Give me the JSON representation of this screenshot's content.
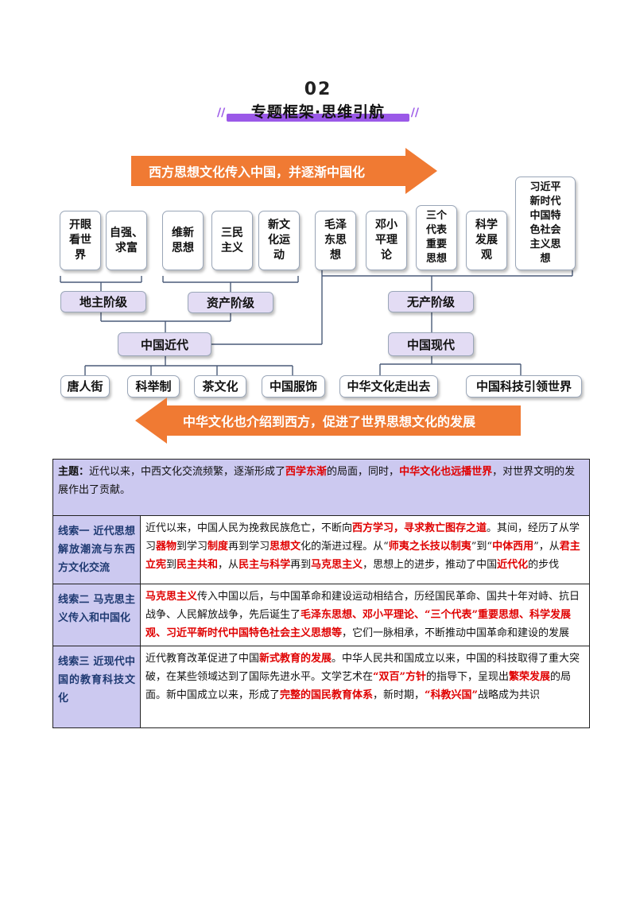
{
  "header": {
    "number": "02",
    "title": "专题框架·思维引航"
  },
  "arrows": {
    "top": "西方思想文化传入中国，并逐渐中国化",
    "bottom": "中华文化也介绍到西方，促进了世界思想文化的发展"
  },
  "top_boxes": [
    {
      "text": "开眼\n看世\n界"
    },
    {
      "text": "自强、\n求富"
    },
    {
      "text": "维新\n思想"
    },
    {
      "text": "三民\n主义"
    },
    {
      "text": "新文\n化运\n动"
    },
    {
      "text": "毛泽\n东思\n想"
    },
    {
      "text": "邓小\n平理\n论"
    },
    {
      "text": "三个\n代表\n重要\n思想"
    },
    {
      "text": "科学\n发展\n观"
    },
    {
      "text": "习近平\n新时代\n中国特\n色社会\n主义思\n想"
    }
  ],
  "class_labels": {
    "landlord": "地主阶级",
    "bourgeois": "资产阶级",
    "proletariat": "无产阶级"
  },
  "era_labels": {
    "modern": "中国近代",
    "contemporary": "中国现代"
  },
  "bottom_boxes": [
    {
      "text": "唐人街"
    },
    {
      "text": "科举制"
    },
    {
      "text": "茶文化"
    },
    {
      "text": "中国服饰"
    },
    {
      "text": "中华文化走出去"
    },
    {
      "text": "中国科技引领世界"
    }
  ],
  "table": {
    "theme_label": "主题：",
    "theme_1": "近代以来，中西文化交流频繁，逐渐形成了",
    "theme_2": "西学东渐",
    "theme_3": "的局面，同时，",
    "theme_4": "中华文化也远播世界",
    "theme_5": "，对世界文明的发展作出了贡献。",
    "rows": [
      {
        "clue": "线索一  近代思想解放潮流与东西方文化交流",
        "p": [
          {
            "t": "近代以来，中国人民为挽救民族危亡，不断向",
            "s": ""
          },
          {
            "t": "西方学习，寻求救亡图存之道",
            "s": "red"
          },
          {
            "t": "。其间，经历了从学习",
            "s": ""
          },
          {
            "t": "器物",
            "s": "red"
          },
          {
            "t": "到学习",
            "s": ""
          },
          {
            "t": "制度",
            "s": "red"
          },
          {
            "t": "再到学习",
            "s": ""
          },
          {
            "t": "思想文",
            "s": "red"
          },
          {
            "t": "化的渐进过程。从“",
            "s": ""
          },
          {
            "t": "师夷之长技以制夷",
            "s": "red"
          },
          {
            "t": "”到“",
            "s": ""
          },
          {
            "t": "中体西用",
            "s": "red"
          },
          {
            "t": "”，从",
            "s": ""
          },
          {
            "t": "君主立宪",
            "s": "red"
          },
          {
            "t": "到",
            "s": ""
          },
          {
            "t": "民主共和",
            "s": "red"
          },
          {
            "t": "，从",
            "s": ""
          },
          {
            "t": "民主与科学",
            "s": "red"
          },
          {
            "t": "再到",
            "s": ""
          },
          {
            "t": "马克思主义",
            "s": "red"
          },
          {
            "t": "，思想上的进步，推动了中国",
            "s": ""
          },
          {
            "t": "近代化",
            "s": "red"
          },
          {
            "t": "的步伐",
            "s": ""
          }
        ]
      },
      {
        "clue": "线索二  马克思主义传入和中国化",
        "p": [
          {
            "t": "马克思主义",
            "s": "red"
          },
          {
            "t": "传入中国以后，与中国革命和建设运动相结合，历经国民革命、国共十年对峙、抗日战争、人民解放战争，先后诞生了",
            "s": ""
          },
          {
            "t": "毛泽东思想、邓小平理论、“三个代表”重要思想、科学发展观、习近平新时代中国特色社会主义思想等",
            "s": "red"
          },
          {
            "t": "，它们一脉相承，不断推动中国革命和建设的发展",
            "s": ""
          }
        ]
      },
      {
        "clue": "线索三  近现代中国的教育科技文化",
        "p": [
          {
            "t": "近代教育改革促进了中国",
            "s": ""
          },
          {
            "t": "新式教育的发展",
            "s": "red"
          },
          {
            "t": "。中华人民共和国成立以来，中国的科技取得了重大突破，在某些领域达到了国际先进水平。文学艺术在",
            "s": ""
          },
          {
            "t": "“双百”方针",
            "s": "red"
          },
          {
            "t": "的指导下，呈现出",
            "s": ""
          },
          {
            "t": "繁荣发展",
            "s": "red"
          },
          {
            "t": "的局面。新中国成立以来，形成了",
            "s": ""
          },
          {
            "t": "完整的国民教育体系",
            "s": "red"
          },
          {
            "t": "，新时期，",
            "s": ""
          },
          {
            "t": "“科教兴国”",
            "s": "red"
          },
          {
            "t": "战略成为共识",
            "s": ""
          }
        ]
      }
    ]
  },
  "colors": {
    "arrow": "#f07a33",
    "purple_accent": "#9b59e8",
    "label_fill": "#e3dcf4",
    "table_fill": "#ccc9f0",
    "highlight": "#e00000",
    "clue_text": "#1f3a72"
  }
}
